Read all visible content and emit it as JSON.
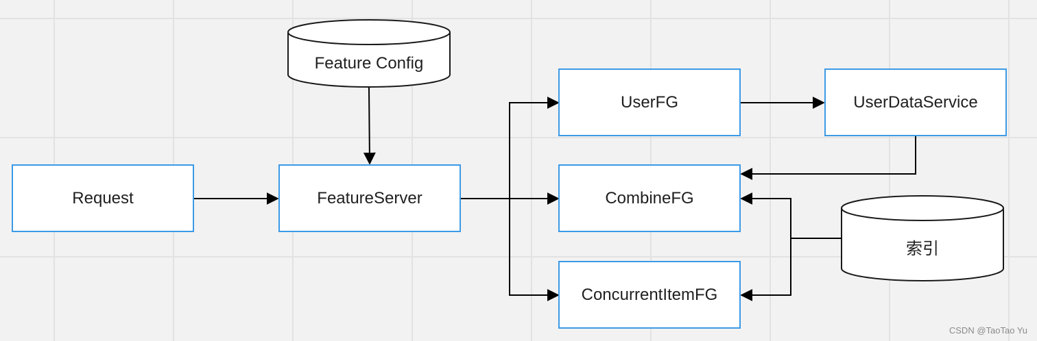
{
  "nodes": {
    "request": "Request",
    "feature_server": "FeatureServer",
    "feature_config": "Feature Config",
    "user_fg": "UserFG",
    "user_data_service": "UserDataService",
    "combine_fg": "CombineFG",
    "concurrent_item_fg": "ConcurrentItemFG",
    "index": "索引"
  },
  "watermark": "CSDN @TaoTao Yu",
  "colors": {
    "box_border": "#3b9ae6",
    "arrow": "#000000",
    "background": "#f2f2f2"
  }
}
